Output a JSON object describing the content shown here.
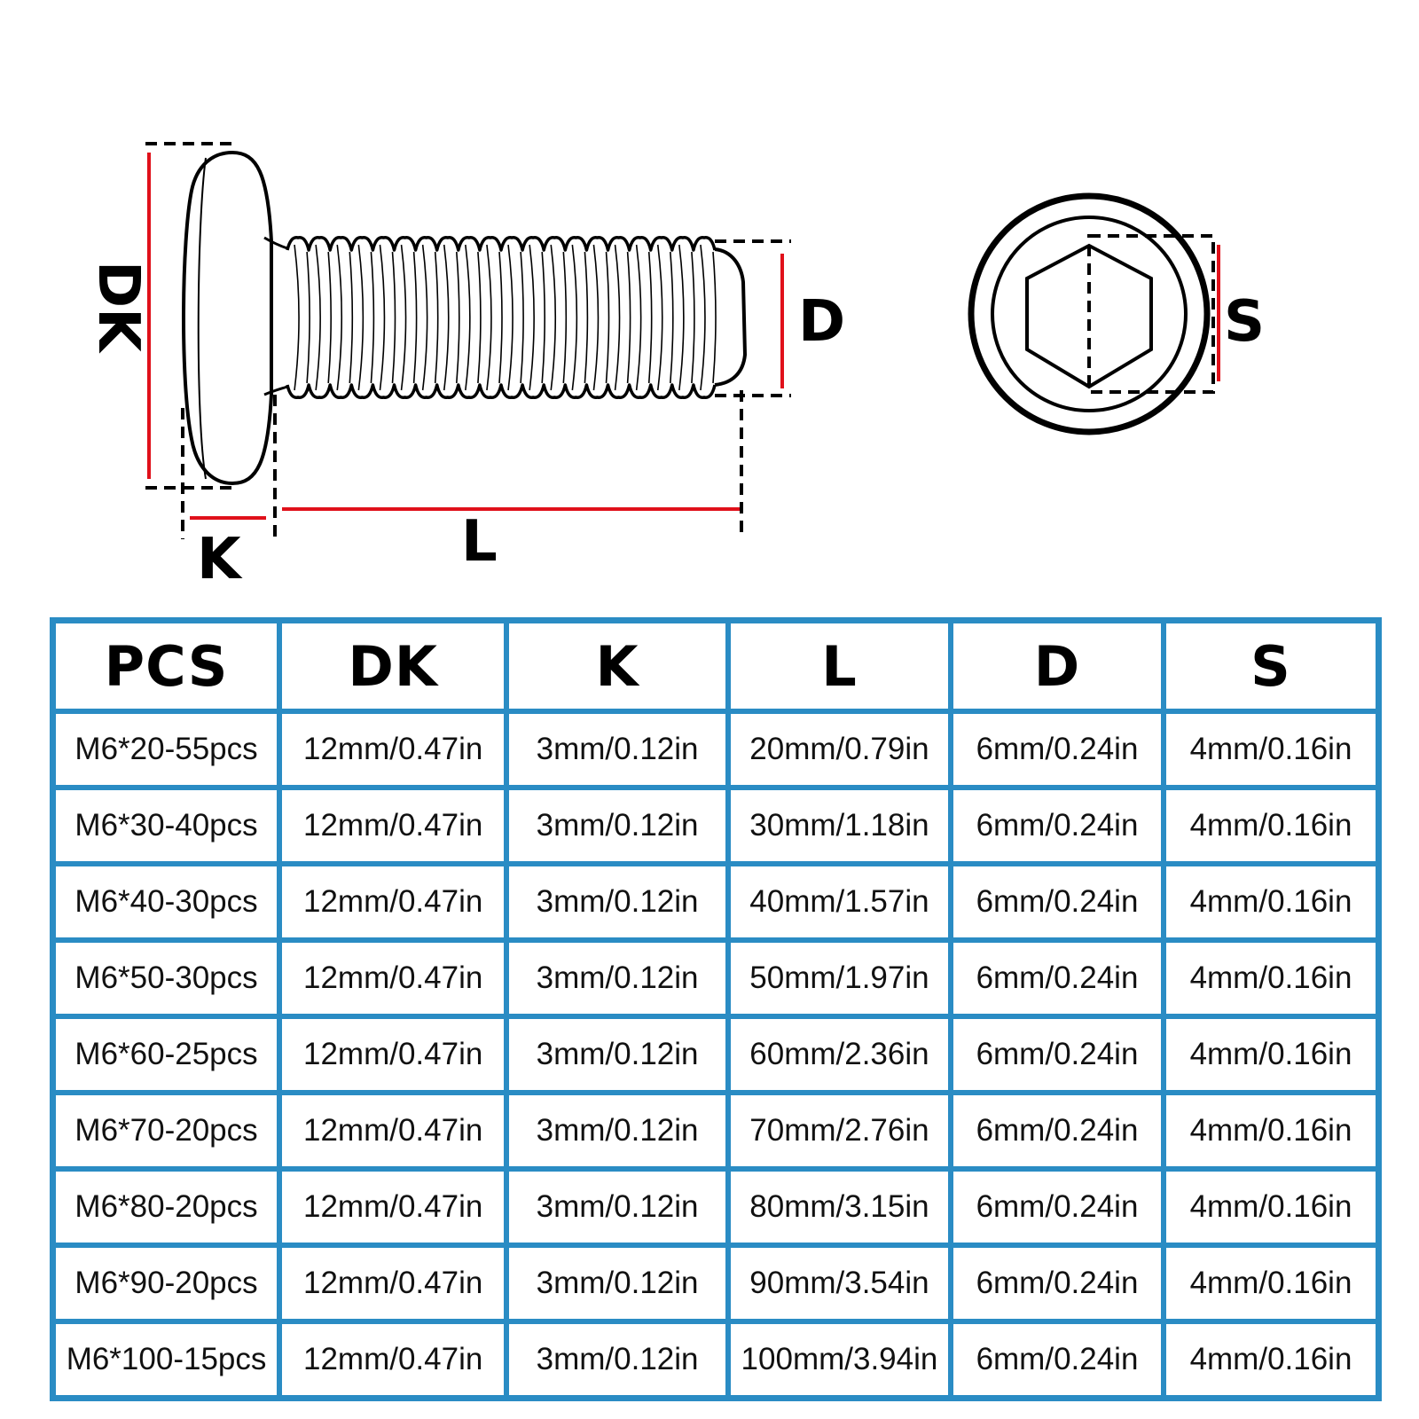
{
  "diagram": {
    "labels": {
      "dk": "DK",
      "k": "K",
      "l": "L",
      "d": "D",
      "s": "S"
    },
    "colors": {
      "dimension_line": "#e0101a",
      "outline": "#000000",
      "table_border": "#2a8cc4"
    },
    "icons": [
      "screw-side-view-icon",
      "screw-head-top-view-icon",
      "hex-socket-icon"
    ]
  },
  "table": {
    "headers": [
      "PCS",
      "DK",
      "K",
      "L",
      "D",
      "S"
    ],
    "rows": [
      [
        "M6*20-55pcs",
        "12mm/0.47in",
        "3mm/0.12in",
        "20mm/0.79in",
        "6mm/0.24in",
        "4mm/0.16in"
      ],
      [
        "M6*30-40pcs",
        "12mm/0.47in",
        "3mm/0.12in",
        "30mm/1.18in",
        "6mm/0.24in",
        "4mm/0.16in"
      ],
      [
        "M6*40-30pcs",
        "12mm/0.47in",
        "3mm/0.12in",
        "40mm/1.57in",
        "6mm/0.24in",
        "4mm/0.16in"
      ],
      [
        "M6*50-30pcs",
        "12mm/0.47in",
        "3mm/0.12in",
        "50mm/1.97in",
        "6mm/0.24in",
        "4mm/0.16in"
      ],
      [
        "M6*60-25pcs",
        "12mm/0.47in",
        "3mm/0.12in",
        "60mm/2.36in",
        "6mm/0.24in",
        "4mm/0.16in"
      ],
      [
        "M6*70-20pcs",
        "12mm/0.47in",
        "3mm/0.12in",
        "70mm/2.76in",
        "6mm/0.24in",
        "4mm/0.16in"
      ],
      [
        "M6*80-20pcs",
        "12mm/0.47in",
        "3mm/0.12in",
        "80mm/3.15in",
        "6mm/0.24in",
        "4mm/0.16in"
      ],
      [
        "M6*90-20pcs",
        "12mm/0.47in",
        "3mm/0.12in",
        "90mm/3.54in",
        "6mm/0.24in",
        "4mm/0.16in"
      ],
      [
        "M6*100-15pcs",
        "12mm/0.47in",
        "3mm/0.12in",
        "100mm/3.94in",
        "6mm/0.24in",
        "4mm/0.16in"
      ]
    ]
  }
}
